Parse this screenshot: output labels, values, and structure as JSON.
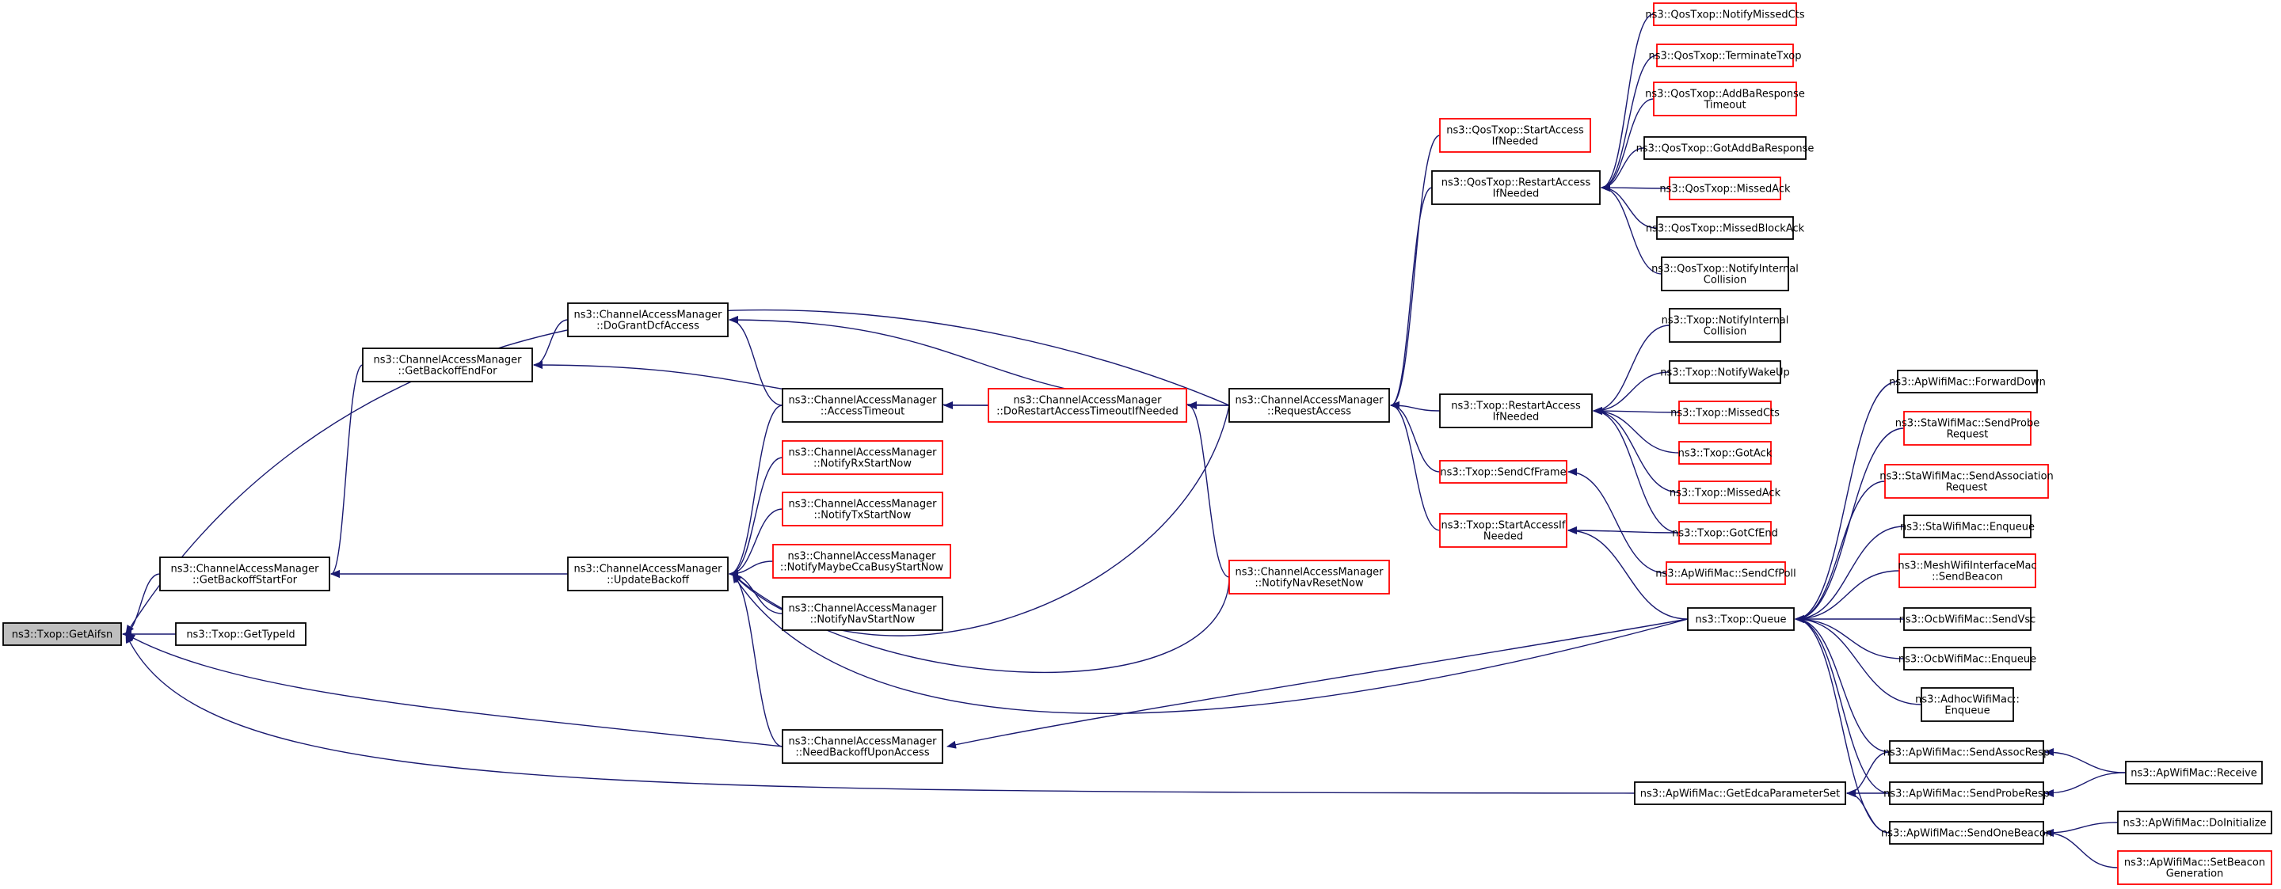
{
  "diagram": {
    "nodes": [
      {
        "id": "getaifsn",
        "lines": [
          "ns3::Txop::GetAifsn"
        ],
        "border": "focus"
      },
      {
        "id": "gettypeid",
        "lines": [
          "ns3::Txop::GetTypeId"
        ],
        "border": "black"
      },
      {
        "id": "getbackoffstartfor",
        "lines": [
          "ns3::ChannelAccessManager",
          "::GetBackoffStartFor"
        ],
        "border": "black"
      },
      {
        "id": "getbackoffendfor",
        "lines": [
          "ns3::ChannelAccessManager",
          "::GetBackoffEndFor"
        ],
        "border": "black"
      },
      {
        "id": "dograntdcfaccess",
        "lines": [
          "ns3::ChannelAccessManager",
          "::DoGrantDcfAccess"
        ],
        "border": "black"
      },
      {
        "id": "updatebackoff",
        "lines": [
          "ns3::ChannelAccessManager",
          "::UpdateBackoff"
        ],
        "border": "black"
      },
      {
        "id": "accesstimeout",
        "lines": [
          "ns3::ChannelAccessManager",
          "::AccessTimeout"
        ],
        "border": "black"
      },
      {
        "id": "notifyrxstartnow",
        "lines": [
          "ns3::ChannelAccessManager",
          "::NotifyRxStartNow"
        ],
        "border": "red"
      },
      {
        "id": "notifytxstartnow",
        "lines": [
          "ns3::ChannelAccessManager",
          "::NotifyTxStartNow"
        ],
        "border": "red"
      },
      {
        "id": "notifymaybecca",
        "lines": [
          "ns3::ChannelAccessManager",
          "::NotifyMaybeCcaBusyStartNow"
        ],
        "border": "red"
      },
      {
        "id": "notifynavstartnow",
        "lines": [
          "ns3::ChannelAccessManager",
          "::NotifyNavStartNow"
        ],
        "border": "black"
      },
      {
        "id": "needbackoff",
        "lines": [
          "ns3::ChannelAccessManager",
          "::NeedBackoffUponAccess"
        ],
        "border": "black"
      },
      {
        "id": "dorestart",
        "lines": [
          "ns3::ChannelAccessManager",
          "::DoRestartAccessTimeoutIfNeeded"
        ],
        "border": "red"
      },
      {
        "id": "notifynavreset",
        "lines": [
          "ns3::ChannelAccessManager",
          "::NotifyNavResetNow"
        ],
        "border": "red"
      },
      {
        "id": "requestaccess",
        "lines": [
          "ns3::ChannelAccessManager",
          "::RequestAccess"
        ],
        "border": "black"
      },
      {
        "id": "qos_startaccess",
        "lines": [
          "ns3::QosTxop::StartAccess",
          "IfNeeded"
        ],
        "border": "red"
      },
      {
        "id": "qos_restartaccess",
        "lines": [
          "ns3::QosTxop::RestartAccess",
          "IfNeeded"
        ],
        "border": "black"
      },
      {
        "id": "qos_notifymissedcts",
        "lines": [
          "ns3::QosTxop::NotifyMissedCts"
        ],
        "border": "red"
      },
      {
        "id": "qos_terminatetxop",
        "lines": [
          "ns3::QosTxop::TerminateTxop"
        ],
        "border": "red"
      },
      {
        "id": "qos_addbaresponse",
        "lines": [
          "ns3::QosTxop::AddBaResponse",
          "Timeout"
        ],
        "border": "red"
      },
      {
        "id": "qos_gotaddba",
        "lines": [
          "ns3::QosTxop::GotAddBaResponse"
        ],
        "border": "black"
      },
      {
        "id": "qos_missedack",
        "lines": [
          "ns3::QosTxop::MissedAck"
        ],
        "border": "red"
      },
      {
        "id": "qos_missedblockack",
        "lines": [
          "ns3::QosTxop::MissedBlockAck"
        ],
        "border": "black"
      },
      {
        "id": "qos_notifyinternal",
        "lines": [
          "ns3::QosTxop::NotifyInternal",
          "Collision"
        ],
        "border": "black"
      },
      {
        "id": "txop_restartaccess",
        "lines": [
          "ns3::Txop::RestartAccess",
          "IfNeeded"
        ],
        "border": "black"
      },
      {
        "id": "txop_sendcfframe",
        "lines": [
          "ns3::Txop::SendCfFrame"
        ],
        "border": "red"
      },
      {
        "id": "txop_startaccess",
        "lines": [
          "ns3::Txop::StartAccessIf",
          "Needed"
        ],
        "border": "red"
      },
      {
        "id": "txop_notifyinternal",
        "lines": [
          "ns3::Txop::NotifyInternal",
          "Collision"
        ],
        "border": "black"
      },
      {
        "id": "txop_notifywakeup",
        "lines": [
          "ns3::Txop::NotifyWakeUp"
        ],
        "border": "black"
      },
      {
        "id": "txop_missedcts",
        "lines": [
          "ns3::Txop::MissedCts"
        ],
        "border": "red"
      },
      {
        "id": "txop_gotack",
        "lines": [
          "ns3::Txop::GotAck"
        ],
        "border": "red"
      },
      {
        "id": "txop_missedack",
        "lines": [
          "ns3::Txop::MissedAck"
        ],
        "border": "red"
      },
      {
        "id": "txop_gotcfend",
        "lines": [
          "ns3::Txop::GotCfEnd"
        ],
        "border": "red"
      },
      {
        "id": "ap_sendcfpoll",
        "lines": [
          "ns3::ApWifiMac::SendCfPoll"
        ],
        "border": "red"
      },
      {
        "id": "txop_queue",
        "lines": [
          "ns3::Txop::Queue"
        ],
        "border": "black"
      },
      {
        "id": "ap_getedca",
        "lines": [
          "ns3::ApWifiMac::GetEdcaParameterSet"
        ],
        "border": "black"
      },
      {
        "id": "ap_forwarddown",
        "lines": [
          "ns3::ApWifiMac::ForwardDown"
        ],
        "border": "black"
      },
      {
        "id": "sta_sendprobe",
        "lines": [
          "ns3::StaWifiMac::SendProbe",
          "Request"
        ],
        "border": "red"
      },
      {
        "id": "sta_sendassoc",
        "lines": [
          "ns3::StaWifiMac::SendAssociation",
          "Request"
        ],
        "border": "red"
      },
      {
        "id": "sta_enqueue",
        "lines": [
          "ns3::StaWifiMac::Enqueue"
        ],
        "border": "black"
      },
      {
        "id": "mesh_sendbeacon",
        "lines": [
          "ns3::MeshWifiInterfaceMac",
          "::SendBeacon"
        ],
        "border": "red"
      },
      {
        "id": "ocb_sendvsc",
        "lines": [
          "ns3::OcbWifiMac::SendVsc"
        ],
        "border": "black"
      },
      {
        "id": "ocb_enqueue",
        "lines": [
          "ns3::OcbWifiMac::Enqueue"
        ],
        "border": "black"
      },
      {
        "id": "adhoc_enqueue",
        "lines": [
          "ns3::AdhocWifiMac::",
          "Enqueue"
        ],
        "border": "black"
      },
      {
        "id": "ap_sendassocresp",
        "lines": [
          "ns3::ApWifiMac::SendAssocResp"
        ],
        "border": "black"
      },
      {
        "id": "ap_sendproberesp",
        "lines": [
          "ns3::ApWifiMac::SendProbeResp"
        ],
        "border": "black"
      },
      {
        "id": "ap_sendonebeacon",
        "lines": [
          "ns3::ApWifiMac::SendOneBeacon"
        ],
        "border": "black"
      },
      {
        "id": "ap_receive",
        "lines": [
          "ns3::ApWifiMac::Receive"
        ],
        "border": "black"
      },
      {
        "id": "ap_doinitialize",
        "lines": [
          "ns3::ApWifiMac::DoInitialize"
        ],
        "border": "black"
      },
      {
        "id": "ap_setbeacon",
        "lines": [
          "ns3::ApWifiMac::SetBeacon",
          "Generation"
        ],
        "border": "red"
      }
    ],
    "edges": [
      {
        "from": "gettypeid",
        "to": "getaifsn"
      },
      {
        "from": "getbackoffstartfor",
        "to": "getaifsn"
      },
      {
        "from": "needbackoff",
        "to": "getaifsn"
      },
      {
        "from": "ap_getedca",
        "to": "getaifsn"
      },
      {
        "from": "requestaccess",
        "to": "getaifsn"
      },
      {
        "from": "getbackoffendfor",
        "to": "getbackoffstartfor"
      },
      {
        "from": "updatebackoff",
        "to": "getbackoffstartfor"
      },
      {
        "from": "dograntdcfaccess",
        "to": "getbackoffendfor"
      },
      {
        "from": "dorestart",
        "to": "getbackoffendfor"
      },
      {
        "from": "accesstimeout",
        "to": "dograntdcfaccess"
      },
      {
        "from": "requestaccess",
        "to": "dograntdcfaccess"
      },
      {
        "from": "accesstimeout",
        "to": "updatebackoff"
      },
      {
        "from": "notifyrxstartnow",
        "to": "updatebackoff"
      },
      {
        "from": "notifytxstartnow",
        "to": "updatebackoff"
      },
      {
        "from": "notifymaybecca",
        "to": "updatebackoff"
      },
      {
        "from": "notifynavstartnow",
        "to": "updatebackoff"
      },
      {
        "from": "needbackoff",
        "to": "updatebackoff"
      },
      {
        "from": "notifynavreset",
        "to": "updatebackoff"
      },
      {
        "from": "requestaccess",
        "to": "updatebackoff"
      },
      {
        "from": "txop_queue",
        "to": "updatebackoff"
      },
      {
        "from": "dorestart",
        "to": "accesstimeout"
      },
      {
        "from": "requestaccess",
        "to": "dorestart"
      },
      {
        "from": "notifynavreset",
        "to": "dorestart"
      },
      {
        "from": "txop_queue",
        "to": "needbackoff"
      },
      {
        "from": "qos_startaccess",
        "to": "requestaccess"
      },
      {
        "from": "qos_restartaccess",
        "to": "requestaccess"
      },
      {
        "from": "txop_restartaccess",
        "to": "requestaccess"
      },
      {
        "from": "txop_sendcfframe",
        "to": "requestaccess"
      },
      {
        "from": "txop_startaccess",
        "to": "requestaccess"
      },
      {
        "from": "qos_notifymissedcts",
        "to": "qos_restartaccess"
      },
      {
        "from": "qos_terminatetxop",
        "to": "qos_restartaccess"
      },
      {
        "from": "qos_addbaresponse",
        "to": "qos_restartaccess"
      },
      {
        "from": "qos_gotaddba",
        "to": "qos_restartaccess"
      },
      {
        "from": "qos_missedack",
        "to": "qos_restartaccess"
      },
      {
        "from": "qos_missedblockack",
        "to": "qos_restartaccess"
      },
      {
        "from": "qos_notifyinternal",
        "to": "qos_restartaccess"
      },
      {
        "from": "txop_notifyinternal",
        "to": "txop_restartaccess"
      },
      {
        "from": "txop_notifywakeup",
        "to": "txop_restartaccess"
      },
      {
        "from": "txop_missedcts",
        "to": "txop_restartaccess"
      },
      {
        "from": "txop_gotack",
        "to": "txop_restartaccess"
      },
      {
        "from": "txop_missedack",
        "to": "txop_restartaccess"
      },
      {
        "from": "txop_gotcfend",
        "to": "txop_restartaccess"
      },
      {
        "from": "ap_sendcfpoll",
        "to": "txop_sendcfframe"
      },
      {
        "from": "txop_queue",
        "to": "txop_startaccess"
      },
      {
        "from": "txop_gotcfend",
        "to": "txop_startaccess"
      },
      {
        "from": "ap_forwarddown",
        "to": "txop_queue"
      },
      {
        "from": "sta_sendprobe",
        "to": "txop_queue"
      },
      {
        "from": "sta_sendassoc",
        "to": "txop_queue"
      },
      {
        "from": "sta_enqueue",
        "to": "txop_queue"
      },
      {
        "from": "mesh_sendbeacon",
        "to": "txop_queue"
      },
      {
        "from": "ocb_sendvsc",
        "to": "txop_queue"
      },
      {
        "from": "ocb_enqueue",
        "to": "txop_queue"
      },
      {
        "from": "adhoc_enqueue",
        "to": "txop_queue"
      },
      {
        "from": "ap_sendassocresp",
        "to": "txop_queue"
      },
      {
        "from": "ap_sendproberesp",
        "to": "txop_queue"
      },
      {
        "from": "ap_sendonebeacon",
        "to": "txop_queue"
      },
      {
        "from": "ap_sendassocresp",
        "to": "ap_getedca"
      },
      {
        "from": "ap_sendproberesp",
        "to": "ap_getedca"
      },
      {
        "from": "ap_sendonebeacon",
        "to": "ap_getedca"
      },
      {
        "from": "ap_receive",
        "to": "ap_sendassocresp"
      },
      {
        "from": "ap_receive",
        "to": "ap_sendproberesp"
      },
      {
        "from": "ap_doinitialize",
        "to": "ap_sendonebeacon"
      },
      {
        "from": "ap_setbeacon",
        "to": "ap_sendonebeacon"
      }
    ]
  }
}
